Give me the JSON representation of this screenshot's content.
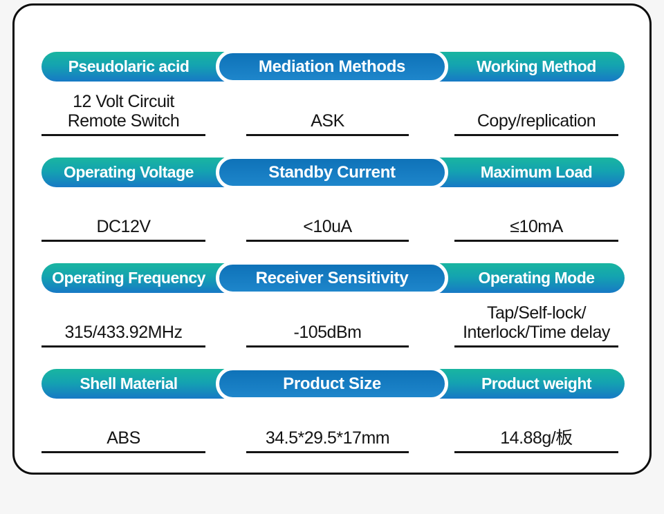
{
  "page": {
    "background": "#f6f6f6",
    "panel_background": "#ffffff",
    "panel_border_color": "#0d0d0d",
    "bar_gradient_top": "#19b5a0",
    "bar_gradient_bottom": "#1779c5",
    "capsule_color_top": "#0e72b8",
    "capsule_color_bottom": "#1e86cb",
    "header_text_color": "#ffffff",
    "value_text_color": "#141414"
  },
  "rows": [
    {
      "headers": {
        "left": "Pseudolaric acid",
        "center": "Mediation Methods",
        "right": "Working Method"
      },
      "values": {
        "left": {
          "line1": "12 Volt Circuit",
          "line2": "Remote Switch"
        },
        "center": {
          "line1": "ASK",
          "line2": ""
        },
        "right": {
          "line1": "Copy/replication",
          "line2": ""
        }
      }
    },
    {
      "headers": {
        "left": "Operating Voltage",
        "center": "Standby Current",
        "right": "Maximum Load"
      },
      "values": {
        "left": {
          "line1": "DC12V",
          "line2": ""
        },
        "center": {
          "line1": "<10uA",
          "line2": ""
        },
        "right": {
          "line1": "≤10mA",
          "line2": ""
        }
      }
    },
    {
      "headers": {
        "left": "Operating Frequency",
        "center": "Receiver Sensitivity",
        "right": "Operating Mode"
      },
      "values": {
        "left": {
          "line1": "315/433.92MHz",
          "line2": ""
        },
        "center": {
          "line1": "-105dBm",
          "line2": ""
        },
        "right": {
          "line1": "Tap/Self-lock/",
          "line2": "Interlock/Time delay"
        }
      }
    },
    {
      "headers": {
        "left": "Shell Material",
        "center": "Product Size",
        "right": "Product weight"
      },
      "values": {
        "left": {
          "line1": "ABS",
          "line2": ""
        },
        "center": {
          "line1": "34.5*29.5*17mm",
          "line2": ""
        },
        "right": {
          "line1": "14.88g/板",
          "line2": ""
        }
      }
    }
  ]
}
